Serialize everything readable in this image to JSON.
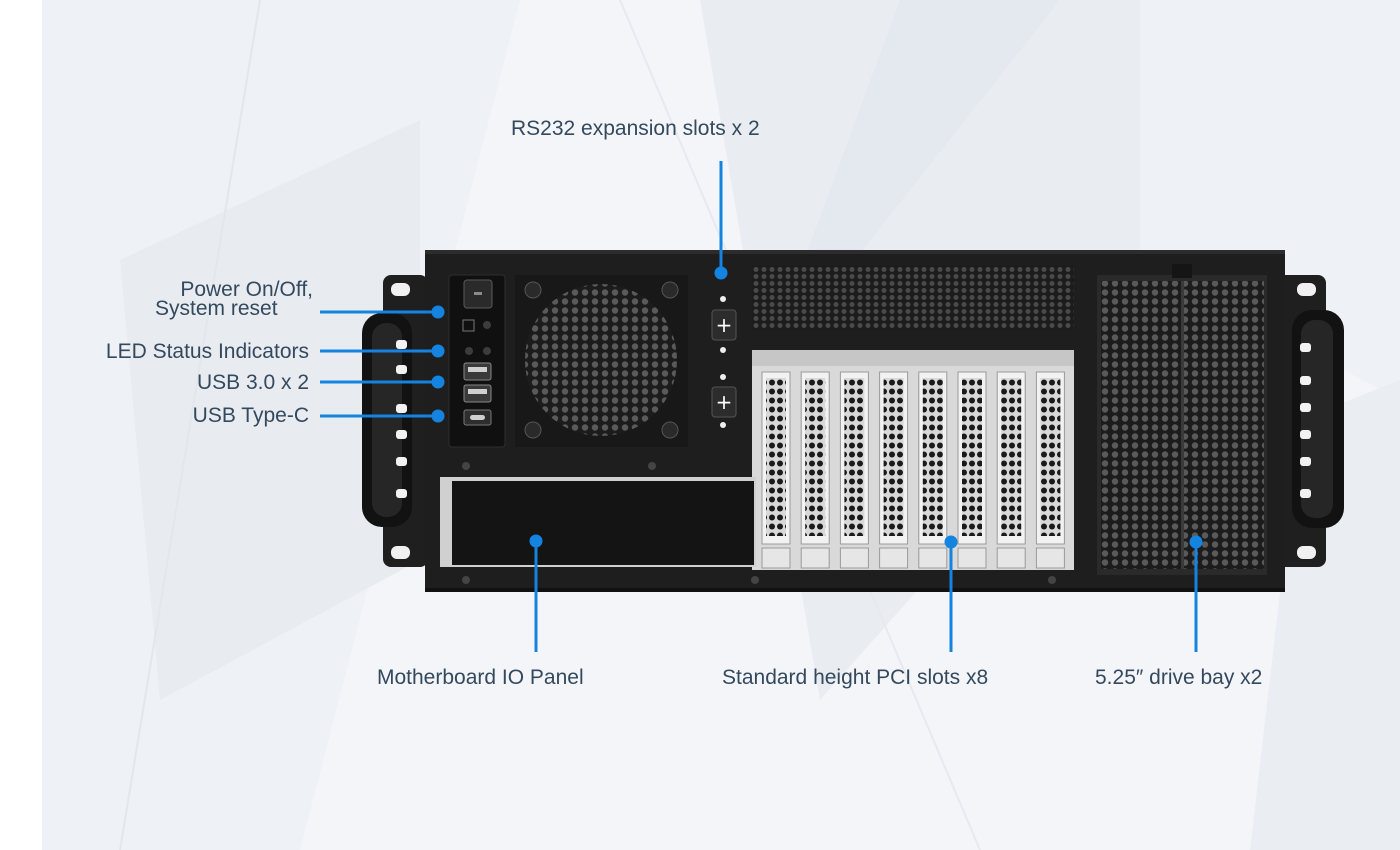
{
  "diagram": {
    "callouts": {
      "rs232": "RS232 expansion slots x 2",
      "power_line1": "Power On/Off,",
      "power_line2": "System reset",
      "led": "LED Status Indicators",
      "usb3": "USB 3.0  x 2",
      "usbc": "USB Type-C",
      "io_panel": "Motherboard IO Panel",
      "pci": "Standard height PCI slots x8",
      "drive_bay": "5.25″ drive bay x2"
    },
    "colors": {
      "callout_line": "#1583e0",
      "label_text": "#34495e",
      "chassis": "#1e1e1e",
      "background": "#f3f5f8"
    },
    "pci_slot_count": 8,
    "drive_bay_count": 2
  }
}
